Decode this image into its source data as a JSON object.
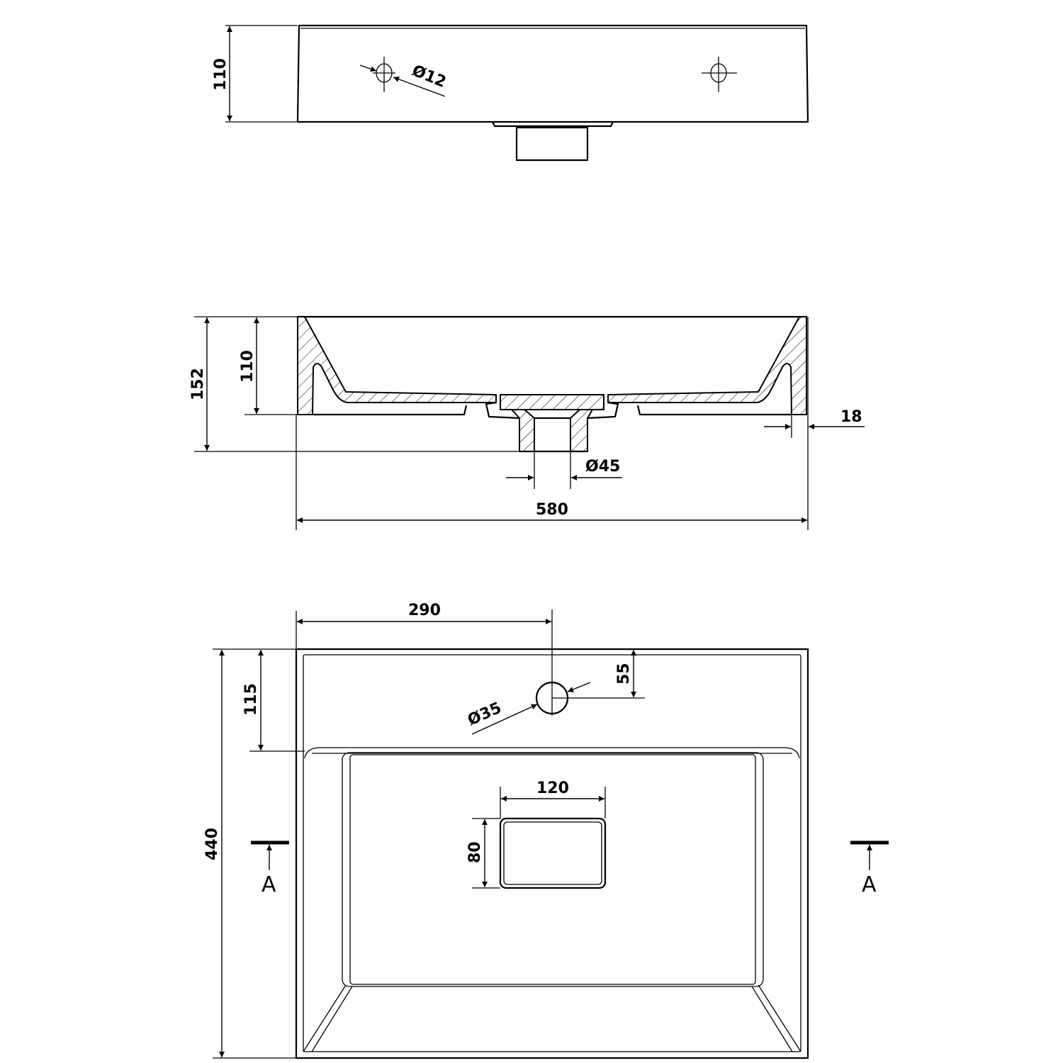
{
  "top_view": {
    "height_dim": "110",
    "tap_hole_diameter": "Ø12"
  },
  "section_view": {
    "total_height_dim": "152",
    "basin_height_dim": "110",
    "wall_thickness_dim": "18",
    "drain_diameter": "Ø45",
    "width_dim": "580"
  },
  "plan_view": {
    "tap_offset_dim": "290",
    "tap_from_edge_dim": "55",
    "tap_hole_diameter": "Ø35",
    "ledge_depth_dim": "115",
    "overflow_width_dim": "120",
    "overflow_height_dim": "80",
    "depth_dim": "440",
    "section_marker_left": "A",
    "section_marker_right": "A"
  }
}
